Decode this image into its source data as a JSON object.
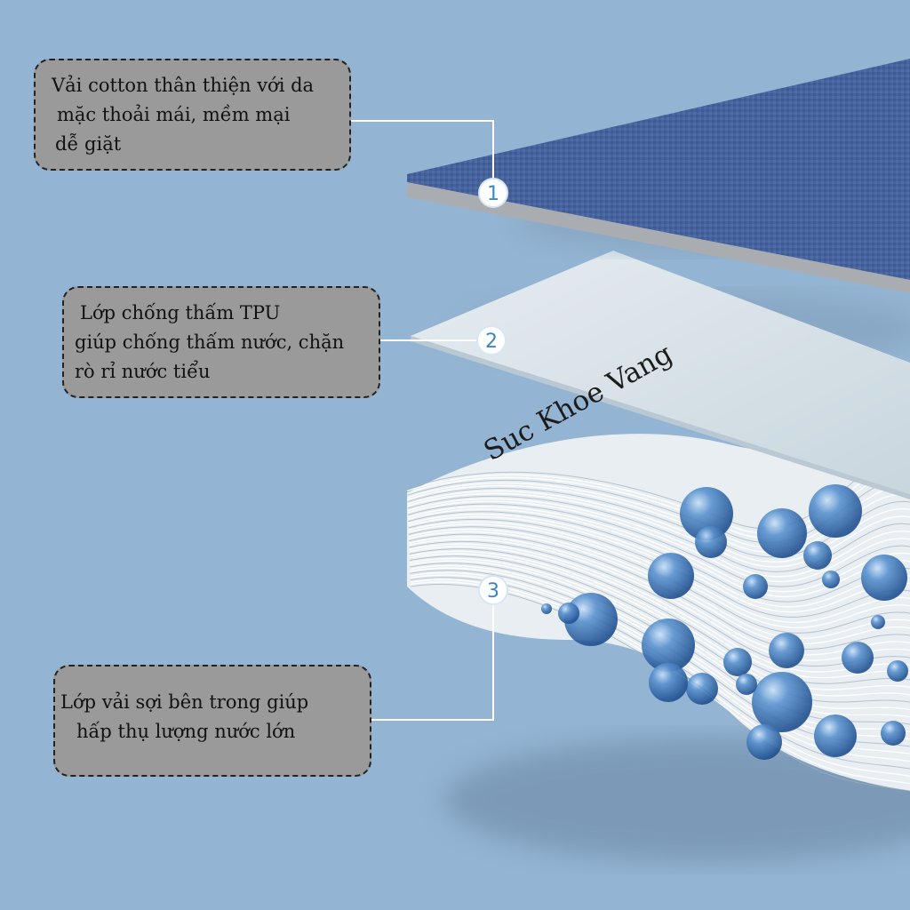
{
  "callouts": [
    {
      "number": "1",
      "lines": [
        "Vải cotton thân thiện với da",
        "mặc thoải mái, mềm mại",
        "dễ giặt"
      ]
    },
    {
      "number": "2",
      "lines": [
        "Lớp chống thấm TPU",
        "giúp chống thấm nước, chặn",
        "rò rỉ nước tiểu"
      ]
    },
    {
      "number": "3",
      "lines": [
        "Lớp vải sợi bên trong giúp",
        "hấp thụ lượng nước lớn"
      ]
    }
  ],
  "watermark": "Suc Khoe Vang",
  "colors": {
    "background": "#93b4d2",
    "callout_fill": "#9a9a9a",
    "top_fabric": "#46639e",
    "tpu_layer": "#dbe4e9",
    "badge_number": "#3c86c8",
    "droplet": "#3a74b4"
  }
}
